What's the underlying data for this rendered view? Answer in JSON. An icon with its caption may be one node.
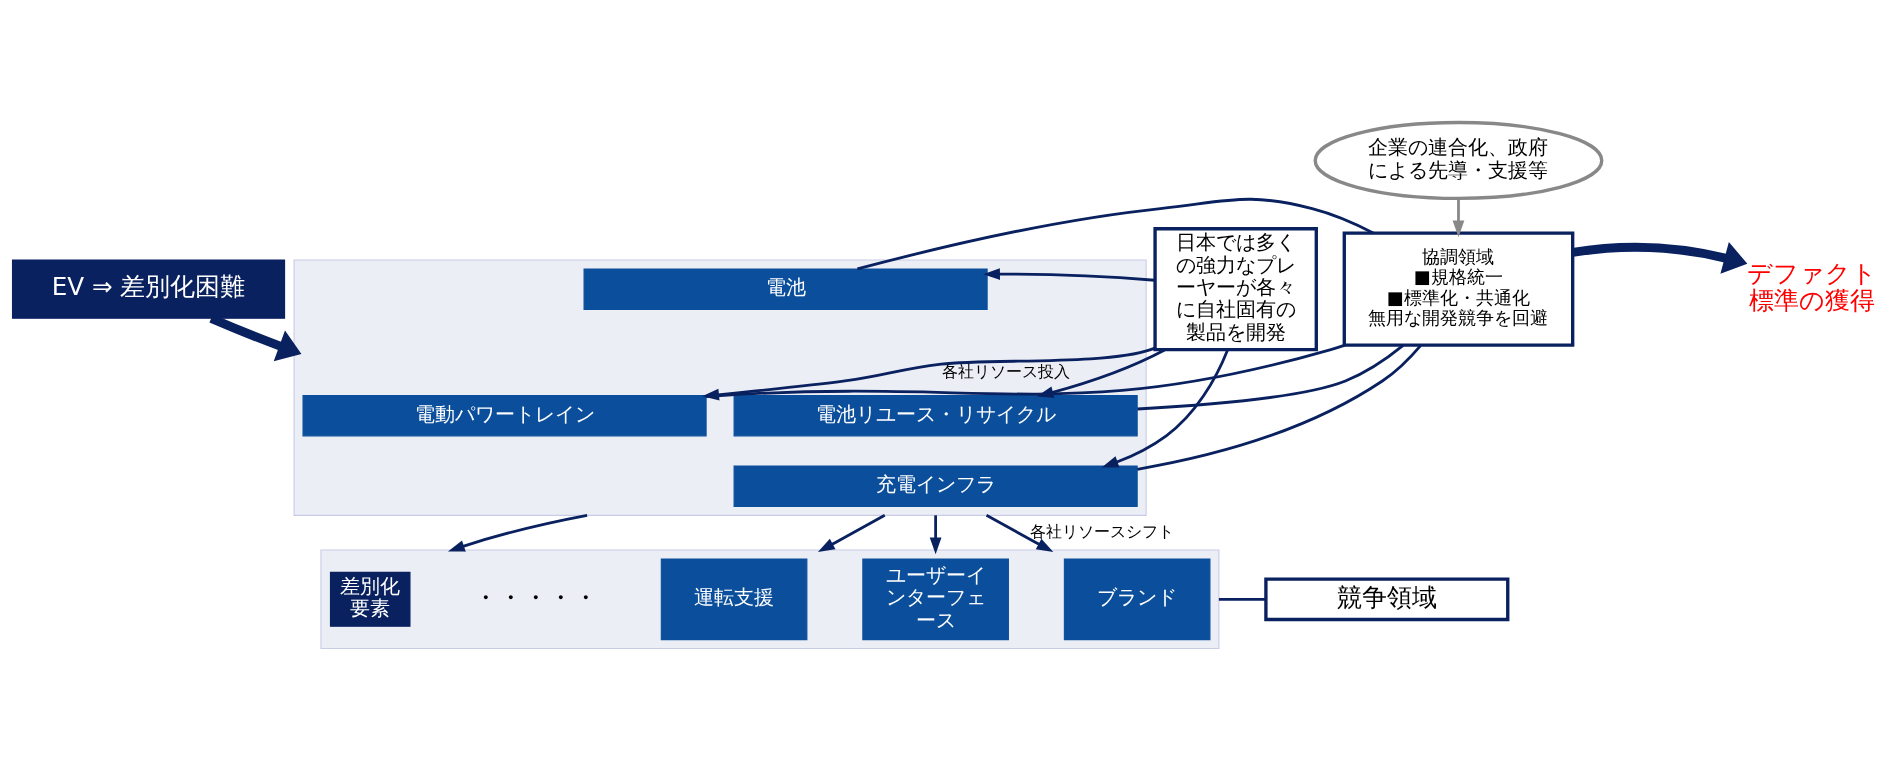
{
  "diagram": {
    "nodes": [
      {
        "text": [
          "EV ⇒ 差別化困難"
        ]
      },
      {
        "text": [
          "日本では多くの強力なプレーヤーが各々に自社固有の製品を開発"
        ]
      },
      {
        "text": [],
        "shape": "box"
      },
      {
        "text": [
          "電動パワートレイン"
        ],
        "in": 2
      },
      {
        "text": [
          "電池"
        ],
        "in": 2
      },
      {
        "text": [
          "電池リユース・リサイクル"
        ],
        "in": 2
      },
      {
        "text": [
          "充電インフラ"
        ],
        "in": 2
      },
      {
        "text": [
          "企業の連合化、政府による先導・支援等"
        ]
      },
      {
        "text": [
          "協調領域",
          "■規格統一",
          "■標準化・共通化",
          "無用な開発競争を回避"
        ]
      },
      {
        "text": [
          "デファクト標準の獲得"
        ]
      },
      {
        "text": [],
        "shape": "box"
      },
      {
        "text": [
          "差別化要素"
        ],
        "in": 10
      },
      {
        "text": [
          "運転支援"
        ],
        "in": 10
      },
      {
        "text": [
          "ユーザーインターフェース"
        ],
        "in": 10
      },
      {
        "text": [
          "ブランド"
        ],
        "in": 10
      },
      {
        "text": [
          "競争領域"
        ]
      }
    ],
    "edges": [
      {
        "from": 0,
        "to": 2,
        "arrow": "to",
        "style": "thick"
      },
      {
        "from": 1,
        "to": 3,
        "arrow": "to",
        "label": "各社リソース投入"
      },
      {
        "from": 1,
        "to": 4,
        "arrow": "to"
      },
      {
        "from": 1,
        "to": 5,
        "arrow": "to"
      },
      {
        "from": 1,
        "to": 6,
        "arrow": "to"
      },
      {
        "from": 3,
        "to": 8,
        "arrow": "none"
      },
      {
        "from": 4,
        "to": 8,
        "arrow": "none"
      },
      {
        "from": 5,
        "to": 8,
        "arrow": "none"
      },
      {
        "from": 6,
        "to": 8,
        "arrow": "none"
      },
      {
        "from": 7,
        "to": 8,
        "arrow": "to",
        "color": "#888888"
      },
      {
        "from": 8,
        "to": 9,
        "arrow": "to",
        "style": "thick"
      },
      {
        "from": 2,
        "to": 10,
        "arrow": "to"
      },
      {
        "from": 2,
        "to": 10,
        "arrow": "to"
      },
      {
        "from": 2,
        "to": 10,
        "arrow": "to"
      },
      {
        "from": 2,
        "to": 10,
        "arrow": "to",
        "label": "各社リソースシフト"
      },
      {
        "from": 10,
        "to": 15,
        "arrow": "none"
      }
    ],
    "labels": [
      "・・・・・"
    ]
  }
}
